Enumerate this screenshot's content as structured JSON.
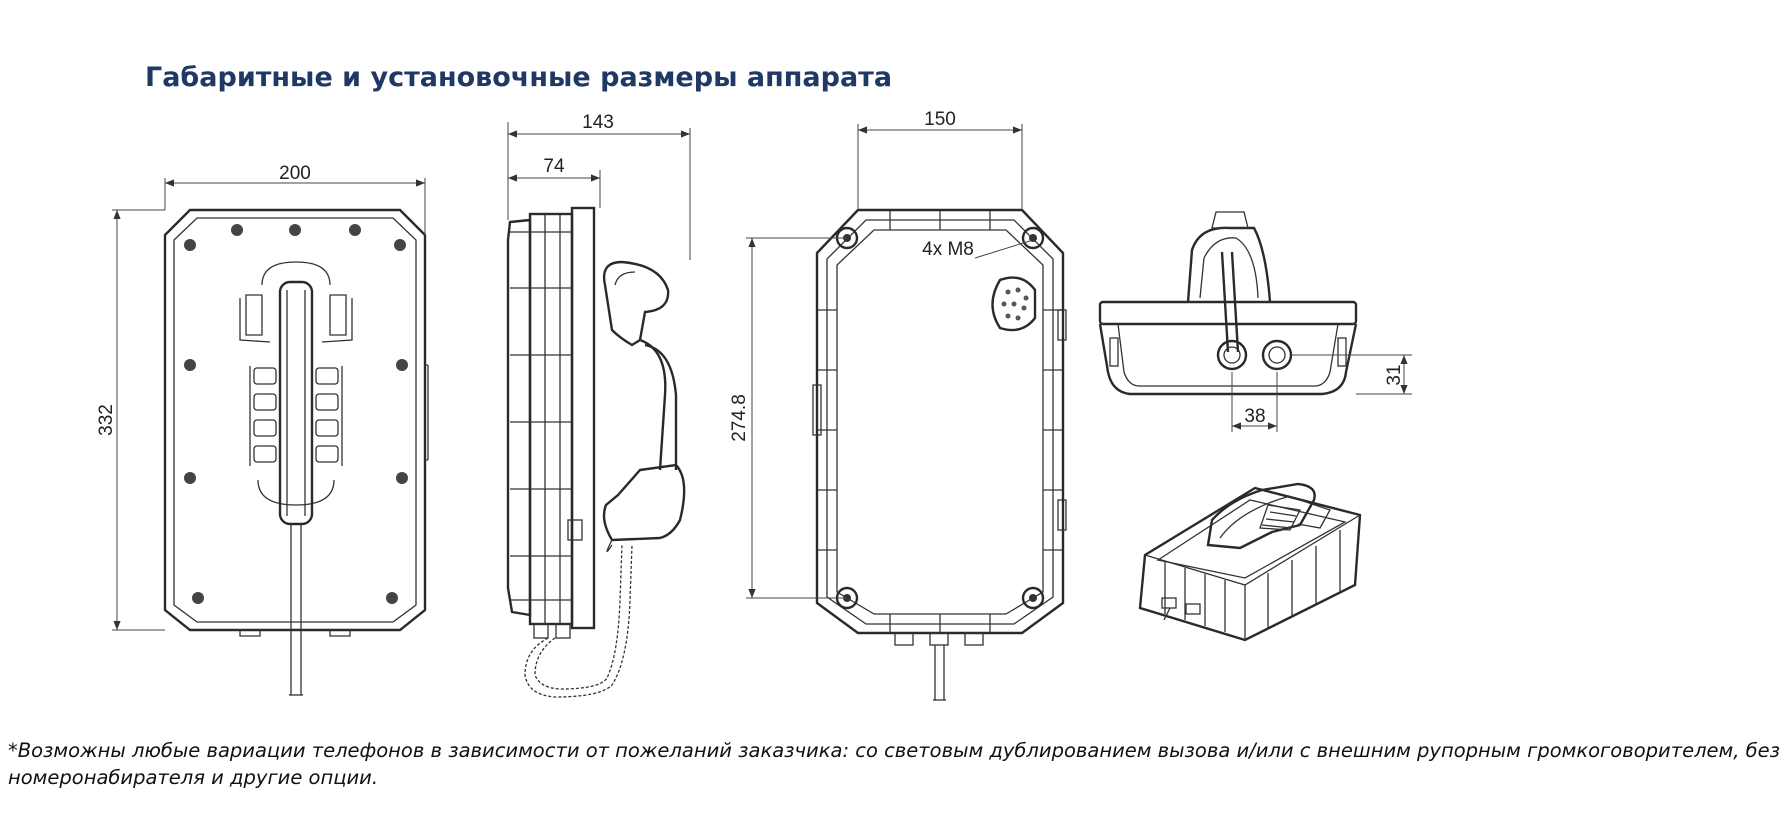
{
  "title": "Габаритные и установочные размеры аппарата",
  "dimensions": {
    "front_width": "200",
    "front_height": "332",
    "side_depth_total": "143",
    "side_depth_body": "74",
    "back_width": "150",
    "back_height": "274.8",
    "mount_holes": "4x M8",
    "bottom_spacing": "38",
    "bottom_offset": "31"
  },
  "keypad": {
    "rows": 4,
    "cols": 2
  },
  "note": {
    "line1": "*Возможны любые вариации телефонов в зависимости от пожеланий заказчика: со световым дублированием вызова и/или с внешним рупорным громкоговорителем, без",
    "line2": "номеронабирателя и другие опции."
  }
}
